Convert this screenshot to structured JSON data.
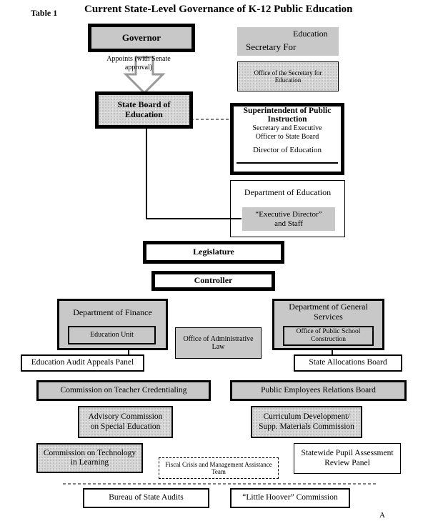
{
  "header": {
    "table_label": "Table 1",
    "title": "Current State-Level Governance of K-12 Public Education"
  },
  "nodes": {
    "governor": "Governor",
    "education_secretary_title": "Education",
    "education_secretary_sub": "Secretary For",
    "office_secretary": "Office of the Secretary for Education",
    "appoints": "Appoints (with Senate approval)",
    "state_board": "State Board of Education",
    "superintendent_title": "Superintendent of Public Instruction",
    "superintendent_sub": "Secretary and Executive Officer to State Board",
    "director_of_education": "Director of Education",
    "department_of_education": "Department of Education",
    "executive_director": "“Executive Director” and Staff",
    "legislature": "Legislature",
    "controller": "Controller",
    "department_of_finance": "Department of Finance",
    "education_unit": "Education Unit",
    "office_admin_law": "Office of Administrative Law",
    "department_general_services": "Department of General Services",
    "office_public_school_construction": "Office of Public School Construction",
    "education_audit_appeals_panel": "Education Audit Appeals Panel",
    "state_allocations_board": "State Allocations Board",
    "commission_teacher_credentialing": "Commission on Teacher Credentialing",
    "public_employees_relations_board": "Public Employees Relations Board",
    "advisory_commission_special_ed": "Advisory Commission on Special Education",
    "curriculum_development": "Curriculum Development/ Supp. Materials Commission",
    "commission_technology": "Commission on Technology in Learning",
    "fiscal_crisis_team": "Fiscal Crisis and Management Assistance Team",
    "statewide_pupil_assessment": "Statewide Pupil Assessment Review Panel",
    "bureau_state_audits": "Bureau of State Audits",
    "little_hoover": "“Little Hoover” Commission"
  },
  "footer": {
    "corner_mark": "A"
  }
}
